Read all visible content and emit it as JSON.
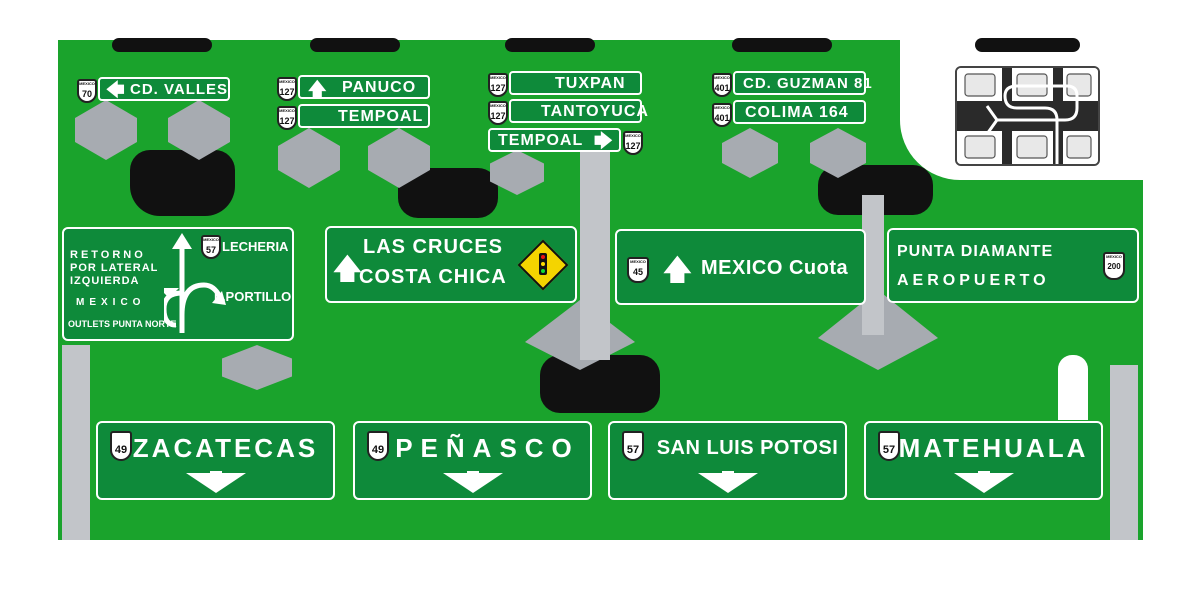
{
  "top_row": {
    "sign1": {
      "route": "70",
      "text": "CD. VALLES"
    },
    "sign2": {
      "line1": "PANUCO",
      "line2": "TEMPOAL",
      "route": "127"
    },
    "sign3": {
      "line1": "TUXPAN",
      "line2": "TANTOYUCA",
      "line3": "TEMPOAL",
      "route": "127"
    },
    "sign4": {
      "line1": "CD. GUZMAN 81",
      "line2": "COLIMA 164",
      "route": "401"
    }
  },
  "middle_row": {
    "retorno": {
      "line1": "RETORNO",
      "line2": "POR LATERAL",
      "line3": "IZQUIERDA",
      "mexico": "MEXICO",
      "outlets": "OUTLETS PUNTA NORTE",
      "right1": "LECHERIA",
      "right2": "L.PORTILLO",
      "route": "57"
    },
    "cruces": {
      "line1": "LAS CRUCES",
      "line2": "COSTA CHICA"
    },
    "mexico_cuota": {
      "text": "MEXICO Cuota",
      "route": "45"
    },
    "punta": {
      "line1": "PUNTA  DIAMANTE",
      "line2": "AEROPUERTO",
      "route": "200"
    }
  },
  "bottom_row": [
    {
      "route": "49",
      "text": "ZACATECAS"
    },
    {
      "route": "49",
      "text": "PEÑASCO"
    },
    {
      "route": "57",
      "text": "SAN LUIS POTOSI"
    },
    {
      "route": "57",
      "text": "MATEHUALA"
    }
  ],
  "colors": {
    "green": "#0e8a3a",
    "background": "#1aa32c",
    "yellow": "#f4d400"
  }
}
